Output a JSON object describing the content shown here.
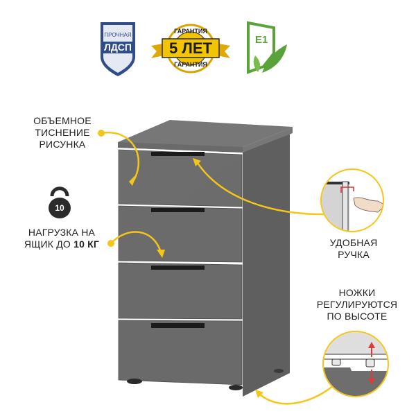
{
  "badges": {
    "chipboard": {
      "line1": "ПРОЧНАЯ",
      "line2": "ЛДСП"
    },
    "warranty": {
      "top": "ГАРАНТИЯ",
      "main": "5 ЛЕТ",
      "bottom": "ГАРАНТИЯ"
    },
    "eco": {
      "text": "E1"
    }
  },
  "callouts": {
    "embossing": {
      "lines": [
        "ОБЪЕМНОЕ",
        "ТИСНЕНИЕ",
        "РИСУНКА"
      ]
    },
    "load": {
      "weight_icon": "10",
      "line1": "НАГРУЗКА НА",
      "line2_prefix": "ЯЩИК ДО ",
      "line2_bold": "10 КГ"
    },
    "handle": {
      "lines": [
        "УДОБНАЯ",
        "РУЧКА"
      ]
    },
    "legs": {
      "lines": [
        "НОЖКИ",
        "РЕГУЛИРУЮТСЯ",
        "ПО ВЫСОТЕ"
      ]
    }
  },
  "product": {
    "name": "drawer-cabinet",
    "drawer_count": 4
  },
  "colors": {
    "accent": "#f5c518",
    "cabinet_front": "#6b6b6b",
    "cabinet_side": "#5d5d5d",
    "cabinet_top": "#747474",
    "handle": "#1b1b1b",
    "shield_blue": "#2f4c8c",
    "eco_green": "#5aa33a",
    "arrow_red": "#e03a3a"
  }
}
